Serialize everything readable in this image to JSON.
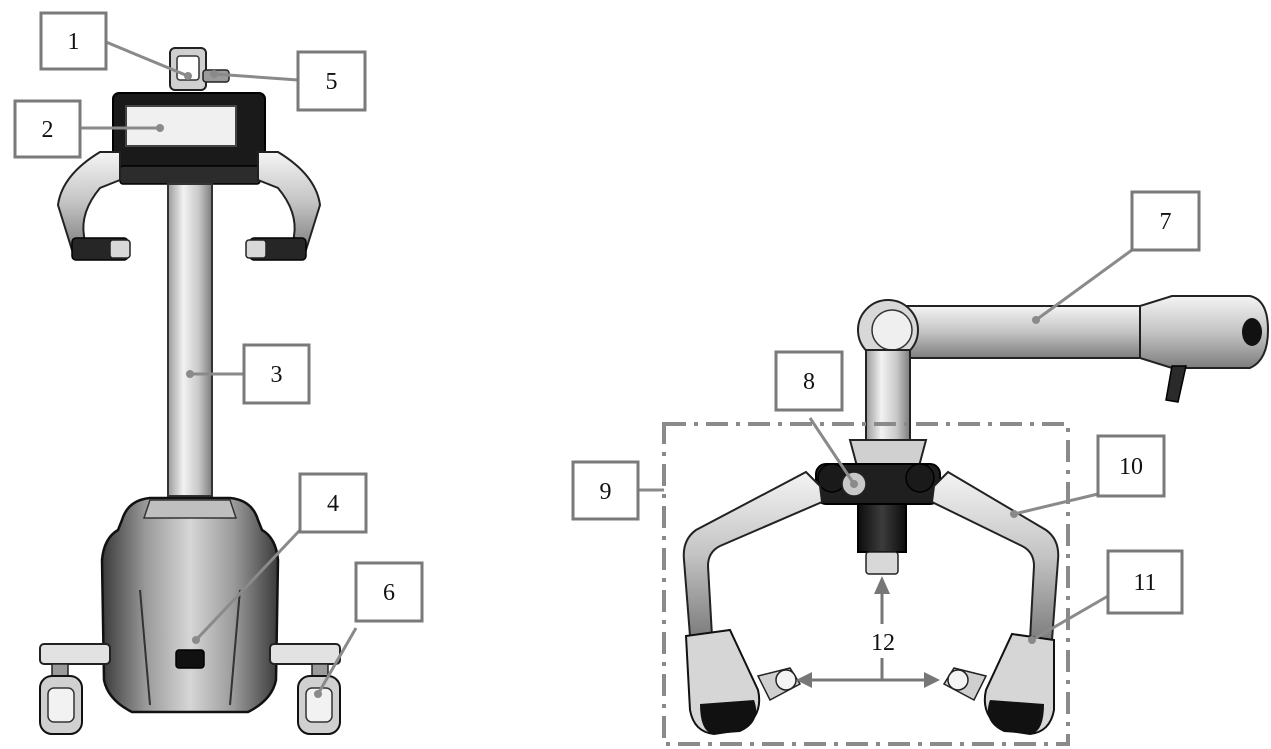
{
  "figure": {
    "callouts": [
      {
        "id": "c1",
        "label": "1"
      },
      {
        "id": "c2",
        "label": "2"
      },
      {
        "id": "c3",
        "label": "3"
      },
      {
        "id": "c4",
        "label": "4"
      },
      {
        "id": "c5",
        "label": "5"
      },
      {
        "id": "c6",
        "label": "6"
      },
      {
        "id": "c7",
        "label": "7"
      },
      {
        "id": "c8",
        "label": "8"
      },
      {
        "id": "c9",
        "label": "9"
      },
      {
        "id": "c10",
        "label": "10"
      },
      {
        "id": "c11",
        "label": "11"
      },
      {
        "id": "c12",
        "label": "12"
      }
    ]
  },
  "colors": {
    "metal_light": "#e8e8e8",
    "metal_mid": "#b4b4b4",
    "metal_dark": "#555555",
    "black_part": "#1c1c1c",
    "callout_border": "#7a7a7a"
  }
}
